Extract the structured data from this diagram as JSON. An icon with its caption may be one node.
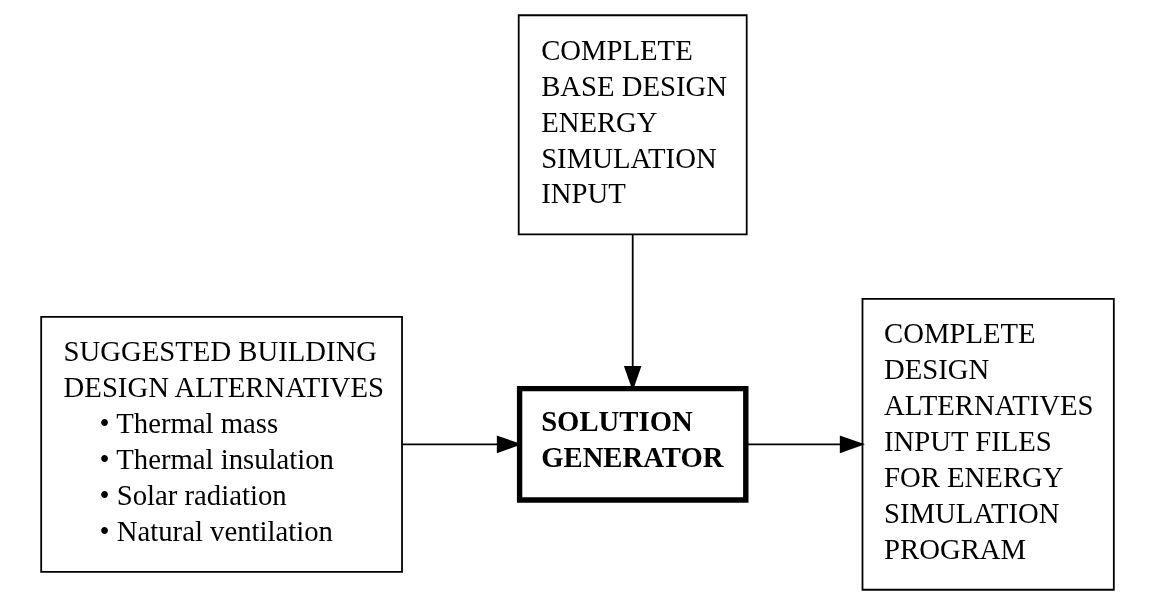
{
  "diagram": {
    "nodes": [
      {
        "text": [
          "COMPLETE BASE DESIGN ENERGY SIMULATION INPUT"
        ]
      },
      {
        "text": [
          "SUGGESTED BUILDING DESIGN ALTERNATIVES",
          "• Thermal mass",
          "• Thermal insulation",
          "• Solar radiation",
          "• Natural ventilation"
        ]
      },
      {
        "text": [
          "SOLUTION GENERATOR"
        ]
      },
      {
        "text": [
          "COMPLETE DESIGN ALTERNATIVES INPUT FILES FOR ENERGY SIMULATION PROGRAM"
        ]
      }
    ],
    "edges": [
      {
        "from": 0,
        "to": 2,
        "arrow": "to"
      },
      {
        "from": 1,
        "to": 2,
        "arrow": "to"
      },
      {
        "from": 2,
        "to": 3,
        "arrow": "to"
      }
    ]
  }
}
